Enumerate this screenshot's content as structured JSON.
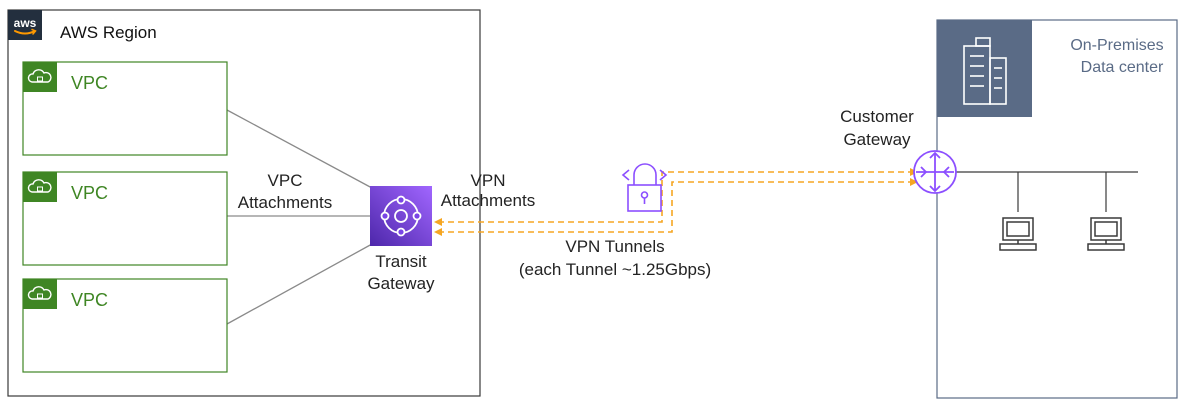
{
  "colors": {
    "vpc_accent": "#3f8624",
    "transit_gateway": "#8c4fff",
    "vpn_tunnel": "#f5a623",
    "onprem_header": "#5a6b86",
    "line": "#8a8a8a"
  },
  "region": {
    "logo_text": "aws",
    "title": "AWS Region"
  },
  "vpcs": [
    {
      "label": "VPC",
      "icon": "vpc-cloud-lock-icon"
    },
    {
      "label": "VPC",
      "icon": "vpc-cloud-lock-icon"
    },
    {
      "label": "VPC",
      "icon": "vpc-cloud-lock-icon"
    }
  ],
  "vpc_attachments": {
    "line1": "VPC",
    "line2": "Attachments"
  },
  "transit_gateway": {
    "line1": "Transit",
    "line2": "Gateway",
    "icon": "transit-gateway-icon"
  },
  "vpn_attachments": {
    "line1": "VPN",
    "line2": "Attachments"
  },
  "vpn_tunnels": {
    "line1": "VPN Tunnels",
    "line2": "(each Tunnel ~1.25Gbps)",
    "icon": "padlock-icon"
  },
  "customer_gateway": {
    "line1": "Customer",
    "line2": "Gateway",
    "icon": "router-icon"
  },
  "onprem": {
    "line1": "On-Premises",
    "line2": "Data center",
    "icon": "building-icon",
    "clients": [
      "computer-icon",
      "computer-icon"
    ]
  }
}
